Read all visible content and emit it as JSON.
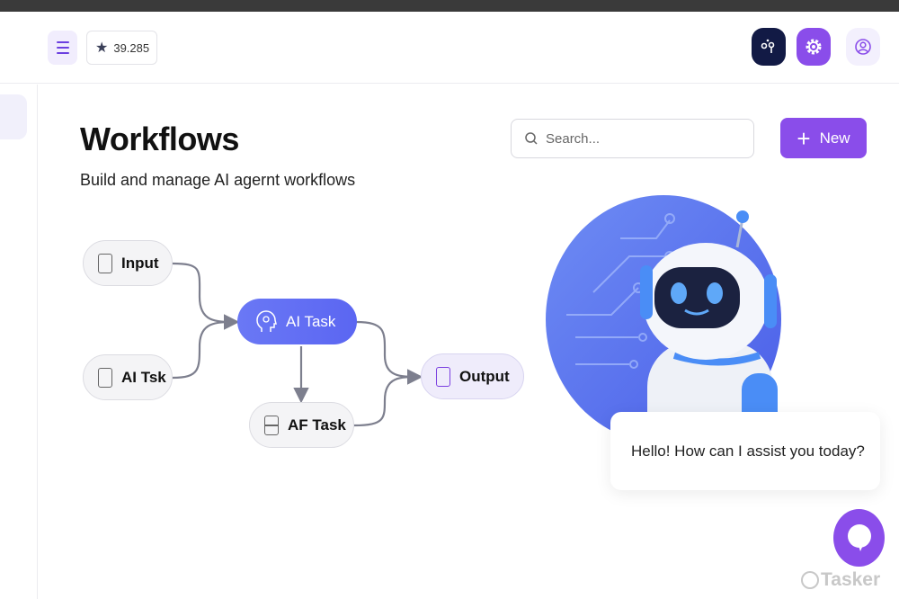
{
  "header": {
    "star_count": "39.285"
  },
  "page": {
    "title": "Workflows",
    "subtitle": "Build and manage AI agernt workflows"
  },
  "search": {
    "placeholder": "Search..."
  },
  "new_button": {
    "label": "New"
  },
  "workflow": {
    "nodes": [
      {
        "id": "input",
        "label": "Input"
      },
      {
        "id": "ai-tsk",
        "label": "AI Tsk"
      },
      {
        "id": "ai-task",
        "label": "AI Task"
      },
      {
        "id": "af-task",
        "label": "AF Task"
      },
      {
        "id": "output",
        "label": "Output"
      }
    ]
  },
  "assistant": {
    "message": "Hello! How can I assist you today?"
  },
  "watermark": {
    "text": "Tasker"
  },
  "colors": {
    "accent": "#8a4dea",
    "node_ai": "#5f6ef3",
    "dark": "#121a45"
  }
}
